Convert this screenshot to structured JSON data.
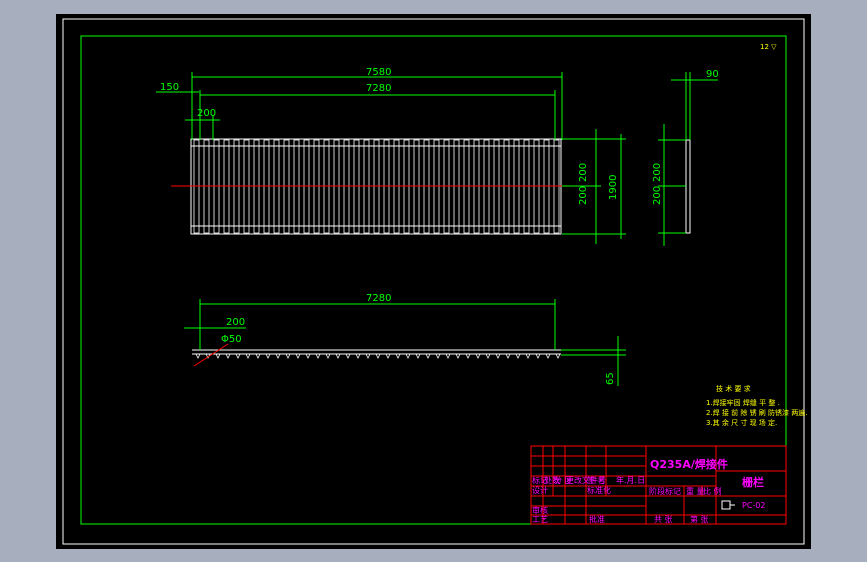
{
  "colors": {
    "background": "#A7AFBF",
    "sheet": "#000000",
    "dimension": "#00FF00",
    "part": "#FFFFFF",
    "centerline": "#FF0000",
    "title_block": "#FF0000",
    "title_text": "#FF00FF",
    "notes": "#FFFF00"
  },
  "corner_mark": "12 ▽",
  "plan_view": {
    "dim_overall": "7580",
    "dim_span": "7280",
    "dim_end": "150",
    "dim_pitch": "200",
    "dim_height": "1900",
    "dim_side_upper": "200",
    "dim_side_lower": "200"
  },
  "side_view": {
    "dim_width": "90",
    "dim_upper": "200",
    "dim_lower": "200"
  },
  "section_view": {
    "dim_span": "7280",
    "dim_pitch": "200",
    "dim_bar": "Φ50",
    "dim_height": "65"
  },
  "notes": {
    "heading": "技 术 要 求",
    "line1": "1.焊接牢固  焊缝 平 整 .",
    "line2": "2.焊 接 前 除 锈   刷 防锈漆 两遍.",
    "line3": "3.其 余 尺 寸 现 场 定."
  },
  "title_block": {
    "material": "Q235A/焊接件",
    "name": "栅栏",
    "code": "PC-02",
    "labels": [
      "标记",
      "处数",
      "分 区",
      "更改文件号",
      "签 名",
      "年.月.日",
      "设计",
      "标准化",
      "阶段标记",
      "重 量",
      "比 例",
      "审核",
      "工艺",
      "批准",
      "共  张",
      "第  张"
    ]
  }
}
